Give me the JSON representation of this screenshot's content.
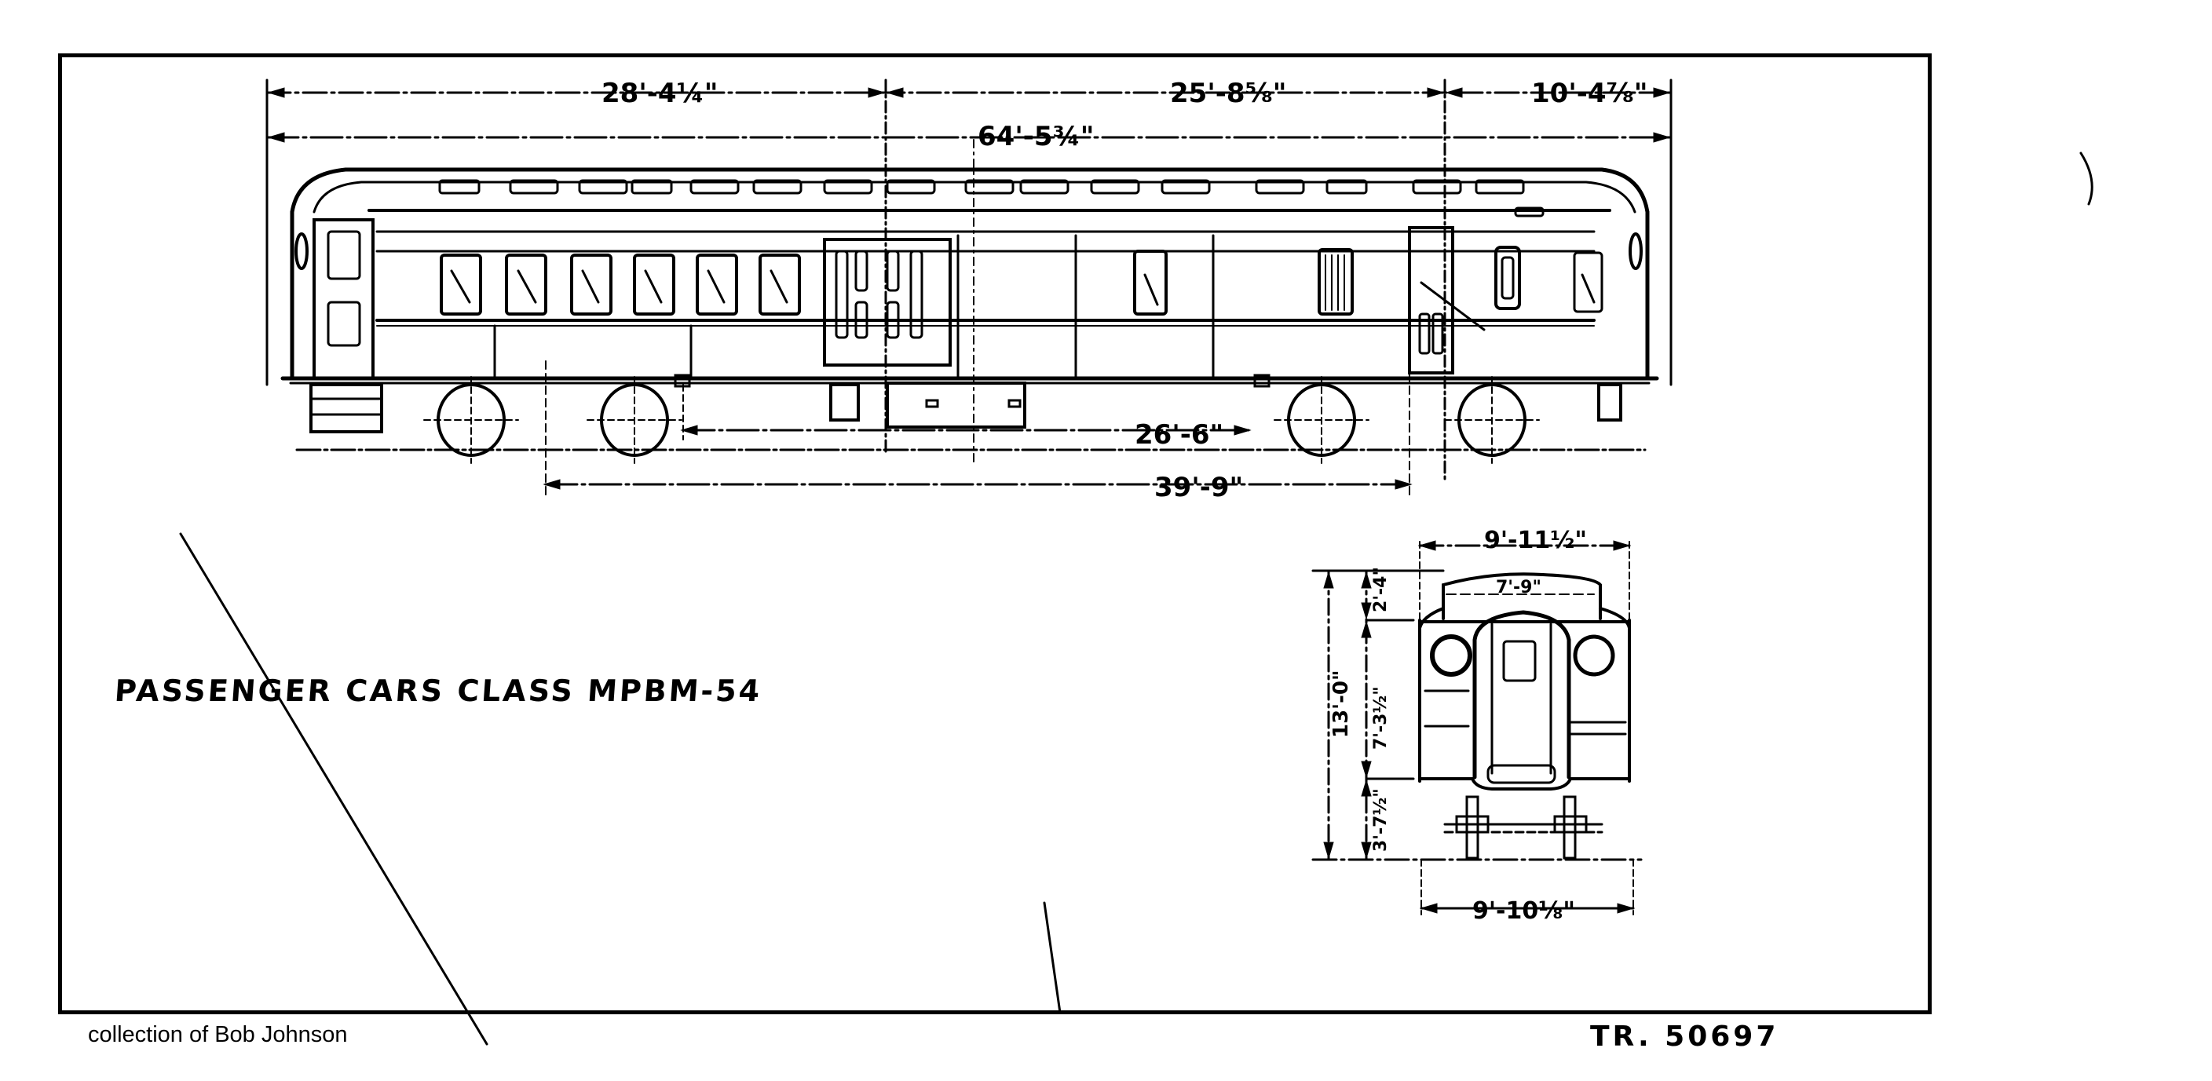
{
  "drawing": {
    "title": "PASSENGER CARS CLASS MPBM-54",
    "drawing_number": "TR. 50697",
    "credit": "collection of Bob Johnson"
  },
  "side_elevation": {
    "dimensions": {
      "left_section": "28'-4¼\"",
      "middle_section": "25'-8⅝\"",
      "right_section": "10'-4⅞\"",
      "overall_length": "64'-5¾\"",
      "truck_centers": "26'-6\"",
      "body_bolster_span": "39'-9\""
    }
  },
  "end_elevation": {
    "dimensions": {
      "overall_width": "9'-11½\"",
      "roof_width": "7'-9\"",
      "roof_height": "2'-4\"",
      "body_height": "7'-3½\"",
      "rail_to_floor": "3'-7½\"",
      "overall_height": "13'-0\"",
      "truck_width": "9'-10⅛\""
    }
  },
  "colors": {
    "ink": "#000000",
    "paper": "#ffffff"
  }
}
